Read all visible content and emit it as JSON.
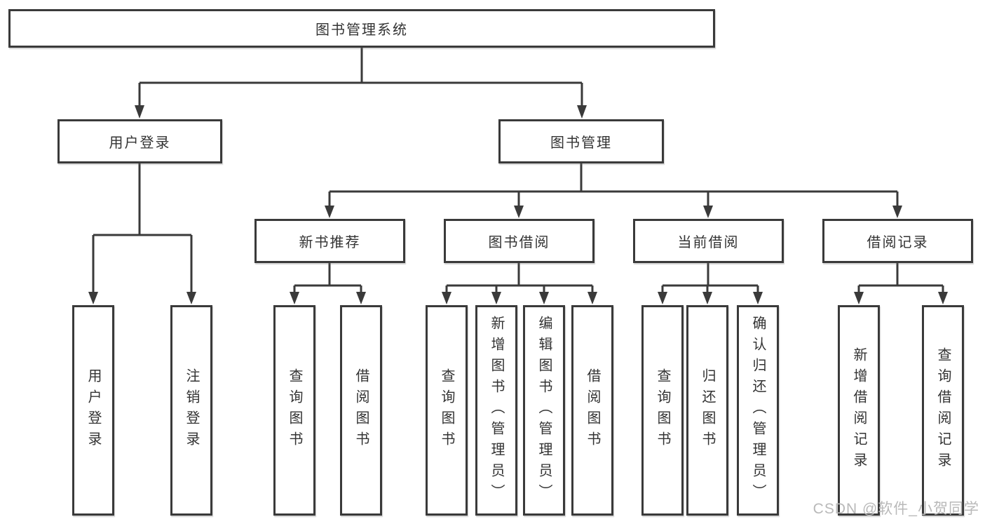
{
  "tree": {
    "label": "图书管理系统",
    "children": [
      {
        "label": "用户登录",
        "children": [
          {
            "label": "用户登录"
          },
          {
            "label": "注销登录"
          }
        ]
      },
      {
        "label": "图书管理",
        "children": [
          {
            "label": "新书推荐",
            "children": [
              {
                "label": "查询图书"
              },
              {
                "label": "借阅图书"
              }
            ]
          },
          {
            "label": "图书借阅",
            "children": [
              {
                "label": "查询图书"
              },
              {
                "label": "新增图书（管理员）"
              },
              {
                "label": "编辑图书（管理员）"
              },
              {
                "label": "借阅图书"
              }
            ]
          },
          {
            "label": "当前借阅",
            "children": [
              {
                "label": "查询图书"
              },
              {
                "label": "归还图书"
              },
              {
                "label": "确认归还（管理员）"
              }
            ]
          },
          {
            "label": "借阅记录",
            "children": [
              {
                "label": "新增借阅记录"
              },
              {
                "label": "查询借阅记录"
              }
            ]
          }
        ]
      }
    ]
  },
  "watermark": "CSDN @软件_小贺同学",
  "colors": {
    "line": "#3a3a3a",
    "box_border": "#3a3a3a",
    "text": "#333333",
    "watermark": "#b9b9b9",
    "background": "#ffffff"
  }
}
